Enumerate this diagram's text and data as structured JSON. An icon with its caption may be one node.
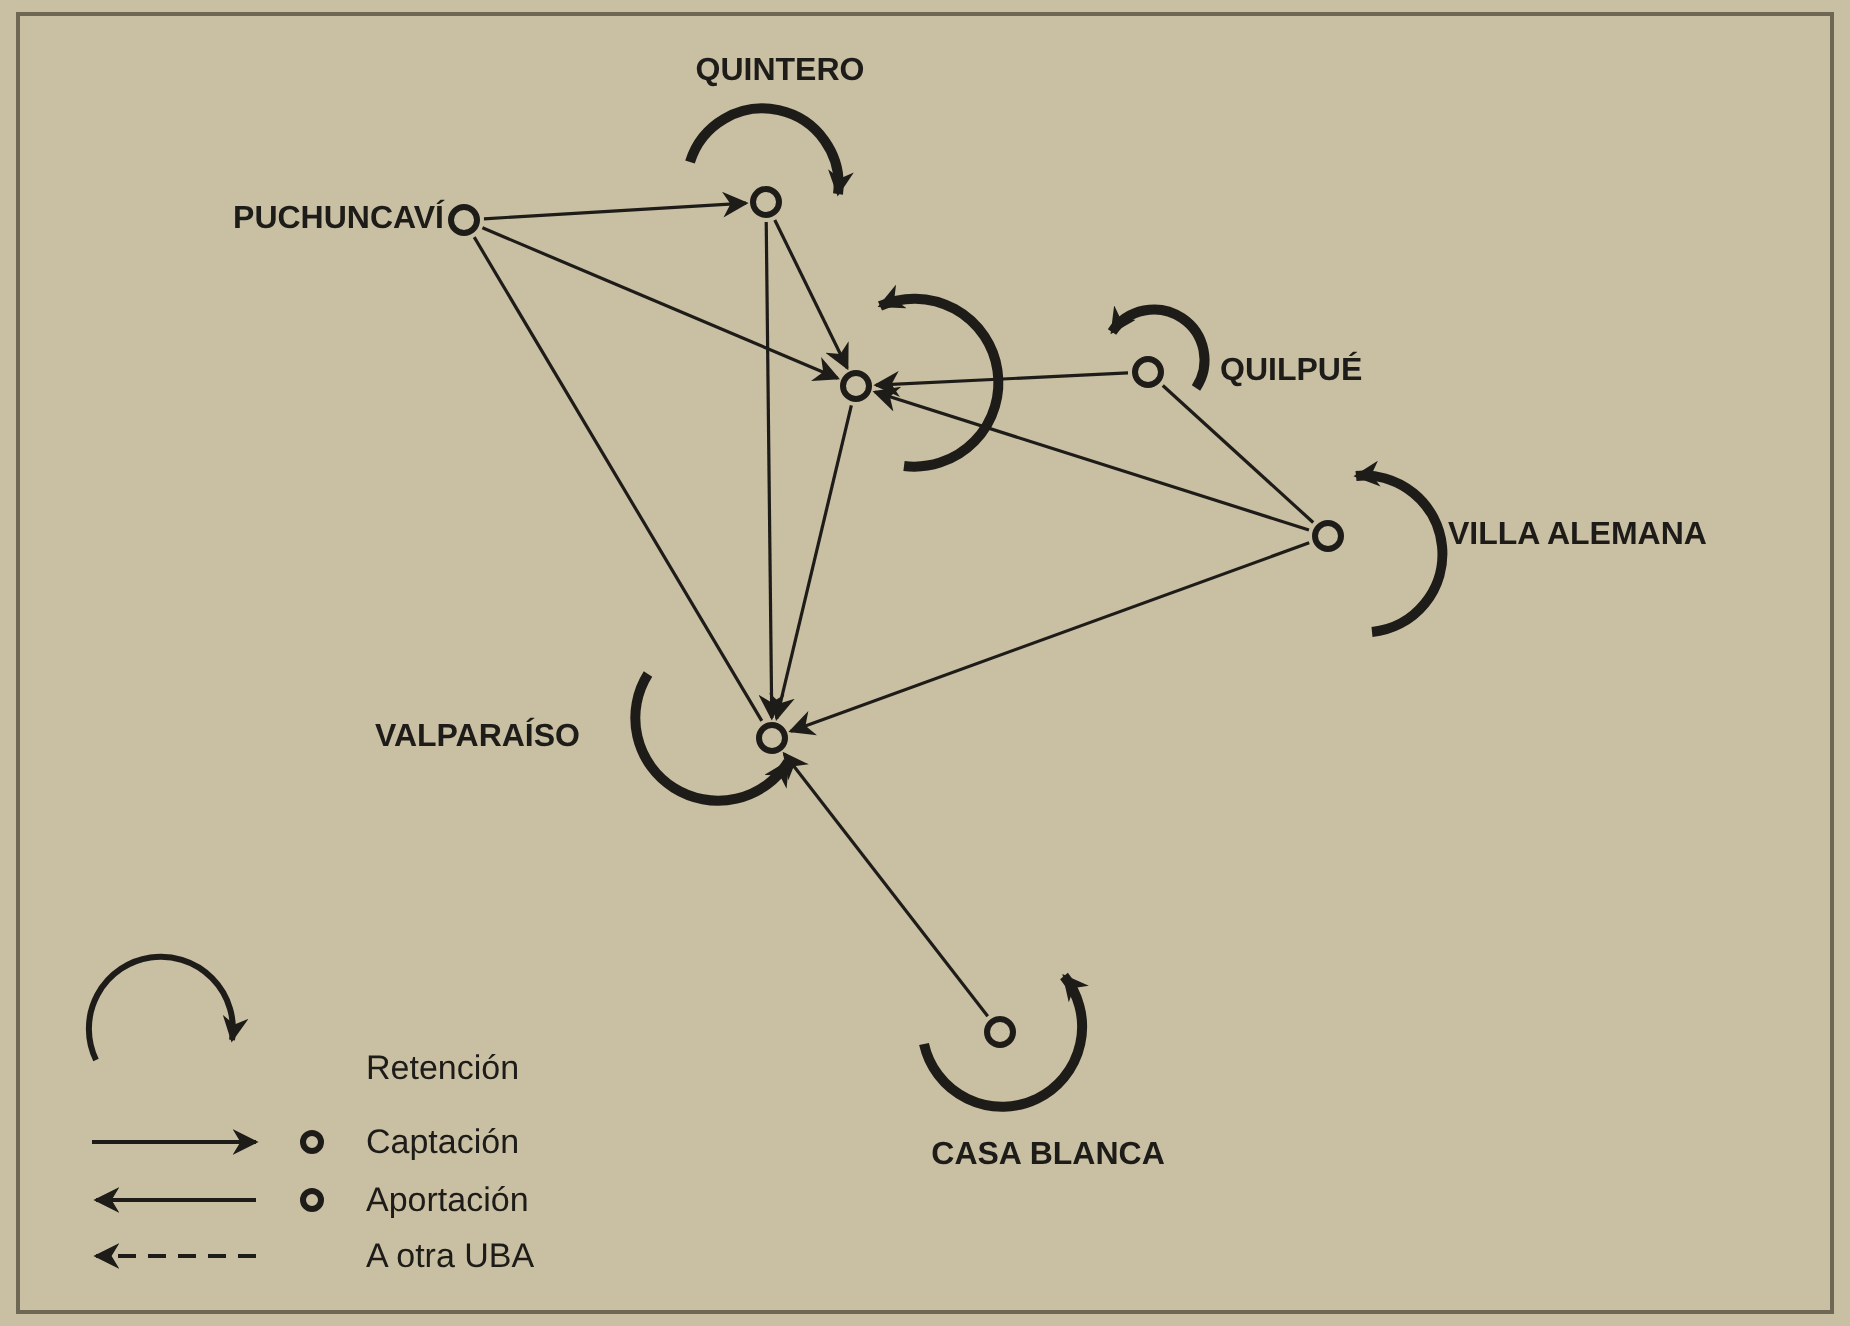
{
  "diagram": {
    "nodes": [
      {
        "text": [],
        "shape": "circle",
        "beside": [
          "PUCHUNCAVÍ"
        ]
      },
      {
        "text": [],
        "shape": "circle",
        "beside": [
          "QUINTERO"
        ]
      },
      {
        "text": [],
        "shape": "circle"
      },
      {
        "text": [],
        "shape": "circle",
        "beside": [
          "QUILPUÉ"
        ]
      },
      {
        "text": [],
        "shape": "circle",
        "beside": [
          "VILLA ALEMANA"
        ]
      },
      {
        "text": [],
        "shape": "circle"
      },
      {
        "text": [],
        "shape": "circle",
        "beside": [
          "CASA BLANCA"
        ]
      }
    ],
    "edges": [
      {
        "from": 0,
        "to": 1,
        "arrow": "to"
      },
      {
        "from": 0,
        "to": 2,
        "arrow": "to"
      },
      {
        "from": 0,
        "to": 5,
        "arrow": "none"
      },
      {
        "from": 1,
        "to": 2,
        "arrow": "to"
      },
      {
        "from": 1,
        "to": 5,
        "arrow": "to"
      },
      {
        "from": 2,
        "to": 5,
        "arrow": "to"
      },
      {
        "from": 3,
        "to": 2,
        "arrow": "to"
      },
      {
        "from": 4,
        "to": 2,
        "arrow": "to"
      },
      {
        "from": 3,
        "to": 4,
        "arrow": "none"
      },
      {
        "from": 4,
        "to": 5,
        "arrow": "to"
      },
      {
        "from": 6,
        "to": 5,
        "arrow": "to"
      },
      {
        "from": 1,
        "to": 1,
        "arrow": "to",
        "style": "thick"
      },
      {
        "from": 2,
        "to": 2,
        "arrow": "to",
        "style": "thick"
      },
      {
        "from": 3,
        "to": 3,
        "arrow": "to",
        "style": "thick"
      },
      {
        "from": 4,
        "to": 4,
        "arrow": "to",
        "style": "thick"
      },
      {
        "from": 5,
        "to": 5,
        "arrow": "to",
        "style": "thick"
      },
      {
        "from": 6,
        "to": 6,
        "arrow": "to",
        "style": "thick"
      }
    ],
    "labels": [
      "VALPARAÍSO"
    ],
    "legend": [
      {
        "text": "Retención"
      },
      {
        "text": "Captación"
      },
      {
        "text": "Aportación"
      },
      {
        "text": "A otra UBA"
      }
    ]
  }
}
